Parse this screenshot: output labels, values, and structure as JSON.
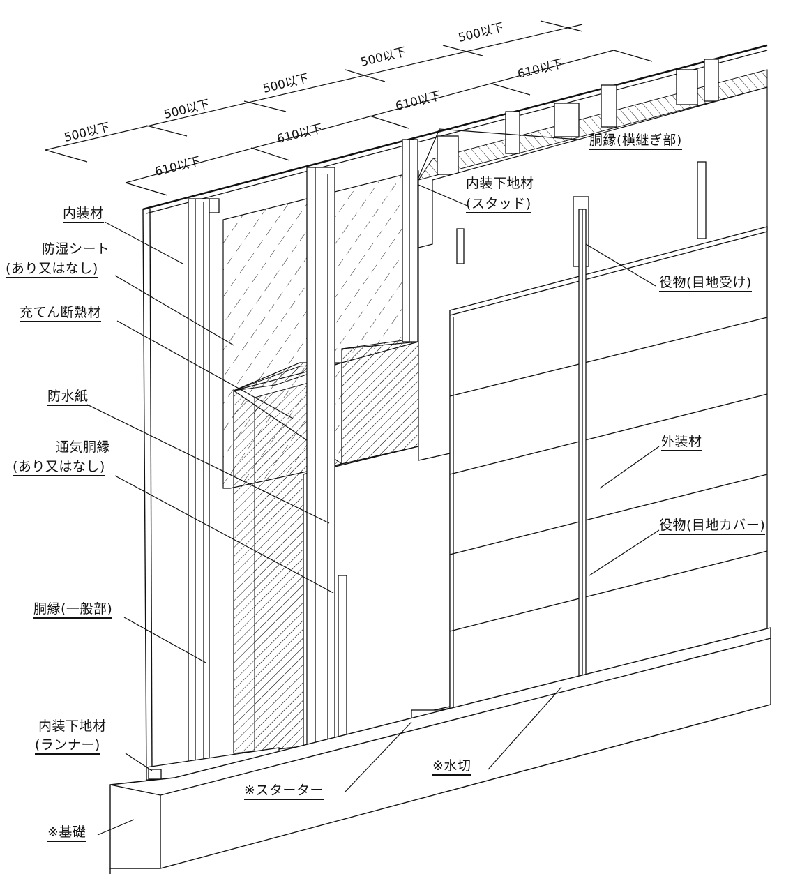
{
  "dimensions": {
    "top_row": [
      "500以下",
      "500以下",
      "500以下",
      "500以下",
      "500以下"
    ],
    "bottom_row": [
      "610以下",
      "610以下",
      "610以下",
      "610以下"
    ]
  },
  "labels": {
    "interior_finish": "内装材",
    "vapor_sheet": "防湿シート",
    "vapor_sheet_note": "(あり又はなし)",
    "insulation": "充てん断熱材",
    "waterproof_paper": "防水紙",
    "vent_furring": "通気胴縁",
    "vent_furring_note": "(あり又はなし)",
    "furring_general": "胴縁(一般部)",
    "runner": "内装下地材",
    "runner_note": "(ランナー)",
    "foundation": "※基礎",
    "starter": "※スターター",
    "flashing": "※水切",
    "furring_joint": "胴縁(横継ぎ部)",
    "stud": "内装下地材",
    "stud_note": "(スタッド)",
    "joint_receiver": "役物(目地受け)",
    "exterior_finish": "外装材",
    "joint_cover": "役物(目地カバー)"
  }
}
